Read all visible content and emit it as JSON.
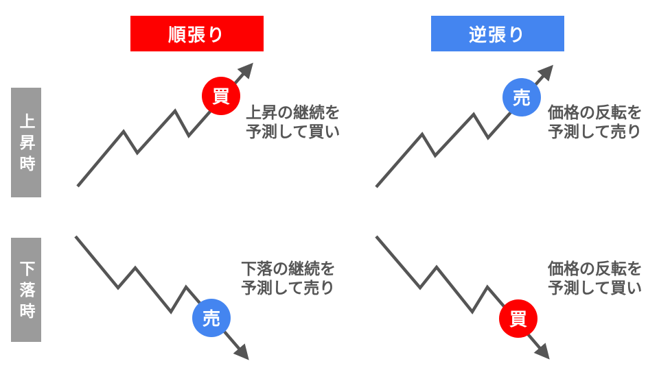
{
  "colors": {
    "red": "#fe0000",
    "blue": "#4485f0",
    "row_label_gray": "#9b9b9b",
    "line_gray": "#555555",
    "background": "#ffffff"
  },
  "columns": [
    {
      "title": "順張り",
      "color": "#fe0000"
    },
    {
      "title": "逆張り",
      "color": "#4485f0"
    }
  ],
  "rows": [
    {
      "label": "上昇時"
    },
    {
      "label": "下落時"
    }
  ],
  "cells": [
    {
      "row": "上昇時",
      "column": "順張り",
      "trend": "up",
      "badge": "買",
      "badge_color": "#fe0000",
      "desc_line1": "上昇の継続を",
      "desc_line2": "予測して買い"
    },
    {
      "row": "上昇時",
      "column": "逆張り",
      "trend": "up",
      "badge": "売",
      "badge_color": "#4485f0",
      "desc_line1": "価格の反転を",
      "desc_line2": "予測して売り"
    },
    {
      "row": "下落時",
      "column": "順張り",
      "trend": "down",
      "badge": "売",
      "badge_color": "#4485f0",
      "desc_line1": "下落の継続を",
      "desc_line2": "予測して売り"
    },
    {
      "row": "下落時",
      "column": "逆張り",
      "trend": "down",
      "badge": "買",
      "badge_color": "#fe0000",
      "desc_line1": "価格の反転を",
      "desc_line2": "予測して買い"
    }
  ]
}
